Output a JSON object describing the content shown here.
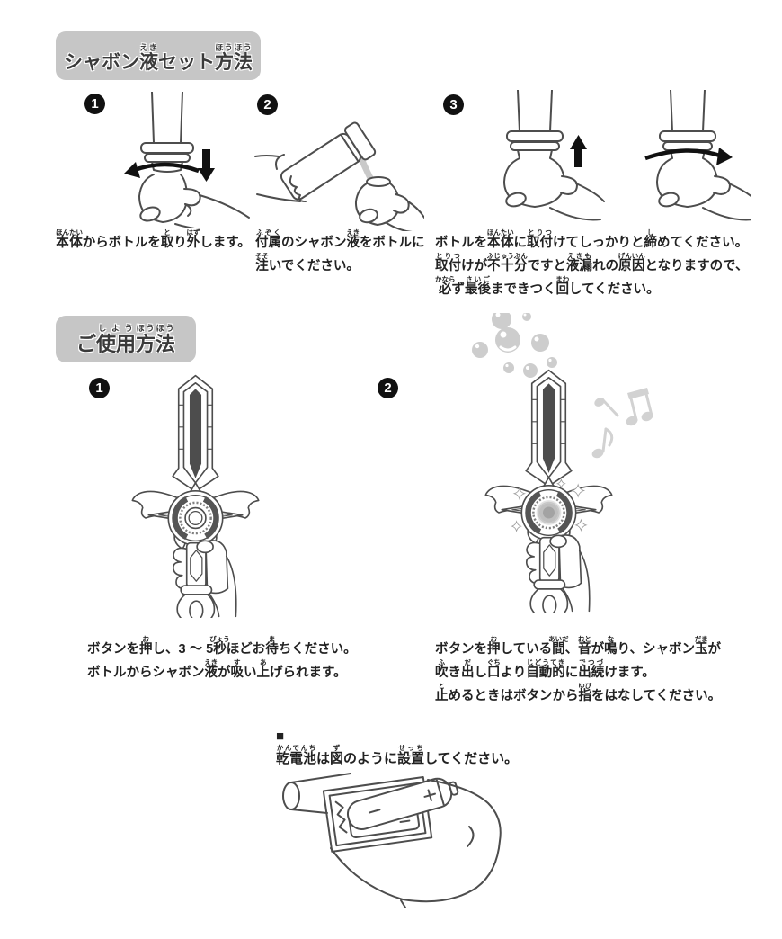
{
  "colors": {
    "header_bg": "#c6c6c6",
    "ink": "#2a2a2a",
    "line_art": "#4d4d4d",
    "arrow": "#111111",
    "light_gray": "#cdcdcd"
  },
  "icons": {
    "rotate_arrow": "curved-arrow",
    "down_arrow": "↓",
    "up_arrow": "↑",
    "music_note": "♪",
    "bubble": "○",
    "sparkle": "✦",
    "square_bullet": "■",
    "battery_plus": "＋",
    "battery_minus": "−"
  },
  "section1": {
    "title": {
      "segments": [
        {
          "t": "シャボン"
        },
        {
          "t": "液",
          "r": "えき"
        },
        {
          "t": "セット"
        },
        {
          "t": "方法",
          "r": "ほうほう"
        }
      ]
    },
    "steps": [
      {
        "number": "1",
        "caption": [
          [
            {
              "t": "本体",
              "r": "ほんたい"
            },
            {
              "t": "からボトルを"
            },
            {
              "t": "取",
              "r": "と"
            },
            {
              "t": "り"
            },
            {
              "t": "外",
              "r": "はず"
            },
            {
              "t": "します。"
            }
          ]
        ]
      },
      {
        "number": "2",
        "caption": [
          [
            {
              "t": "付属",
              "r": "ふぞく"
            },
            {
              "t": "のシャボン"
            },
            {
              "t": "液",
              "r": "えき"
            },
            {
              "t": "をボトルに"
            }
          ],
          [
            {
              "t": "注",
              "r": "そそ"
            },
            {
              "t": "いでください。"
            }
          ]
        ]
      },
      {
        "number": "3",
        "caption": [
          [
            {
              "t": "ボトルを"
            },
            {
              "t": "本体",
              "r": "ほんたい"
            },
            {
              "t": "に"
            },
            {
              "t": "取付",
              "r": "とりつ"
            },
            {
              "t": "けてしっかりと"
            },
            {
              "t": "締",
              "r": "し"
            },
            {
              "t": "めてください。"
            }
          ],
          [
            {
              "t": "取付",
              "r": "とりつ"
            },
            {
              "t": "けが"
            },
            {
              "t": "不十分",
              "r": "ふじゅうぶん"
            },
            {
              "t": "ですと"
            },
            {
              "t": "液漏",
              "r": "えきも"
            },
            {
              "t": "れの"
            },
            {
              "t": "原因",
              "r": "げんいん"
            },
            {
              "t": "となりますので、"
            }
          ],
          [
            {
              "t": "必",
              "r": "かなら"
            },
            {
              "t": "ず"
            },
            {
              "t": "最後",
              "r": "さいご"
            },
            {
              "t": "まできつく"
            },
            {
              "t": "回",
              "r": "まわ"
            },
            {
              "t": "してください。"
            }
          ]
        ]
      }
    ]
  },
  "section2": {
    "title": {
      "segments": [
        {
          "t": "ご"
        },
        {
          "t": "使用",
          "r": "しよう"
        },
        {
          "t": "方法",
          "r": "ほうほう"
        }
      ]
    },
    "steps": [
      {
        "number": "1",
        "caption": [
          [
            {
              "t": "ボタンを"
            },
            {
              "t": "押",
              "r": "お"
            },
            {
              "t": "し、3 〜 5"
            },
            {
              "t": "秒",
              "r": "びょう"
            },
            {
              "t": "ほどお"
            },
            {
              "t": "待",
              "r": "ま"
            },
            {
              "t": "ちください。"
            }
          ],
          [
            {
              "t": "ボトルからシャボン"
            },
            {
              "t": "液",
              "r": "えき"
            },
            {
              "t": "が"
            },
            {
              "t": "吸",
              "r": "す"
            },
            {
              "t": "い"
            },
            {
              "t": "上",
              "r": "あ"
            },
            {
              "t": "げられます。"
            }
          ]
        ]
      },
      {
        "number": "2",
        "caption": [
          [
            {
              "t": "ボタンを"
            },
            {
              "t": "押",
              "r": "お"
            },
            {
              "t": "している"
            },
            {
              "t": "間",
              "r": "あいだ"
            },
            {
              "t": "、"
            },
            {
              "t": "音",
              "r": "おと"
            },
            {
              "t": "が"
            },
            {
              "t": "鳴",
              "r": "な"
            },
            {
              "t": "り、シャボン"
            },
            {
              "t": "玉",
              "r": "だま"
            },
            {
              "t": "が"
            }
          ],
          [
            {
              "t": "吹",
              "r": "ふ"
            },
            {
              "t": "き"
            },
            {
              "t": "出",
              "r": "だ"
            },
            {
              "t": "し"
            },
            {
              "t": "口",
              "r": "ぐち"
            },
            {
              "t": "より"
            },
            {
              "t": "自動的",
              "r": "じどうてき"
            },
            {
              "t": "に"
            },
            {
              "t": "出続",
              "r": "でつづ"
            },
            {
              "t": "けます。"
            }
          ],
          [
            {
              "t": "止",
              "r": "と"
            },
            {
              "t": "めるときはボタンから"
            },
            {
              "t": "指",
              "r": "ゆび"
            },
            {
              "t": "をはなしてください。"
            }
          ]
        ]
      }
    ]
  },
  "battery_note": {
    "bullet": "■",
    "caption": [
      [
        {
          "t": " "
        },
        {
          "t": "乾電池",
          "r": "かんでんち"
        },
        {
          "t": "は"
        },
        {
          "t": "図",
          "r": "ず"
        },
        {
          "t": "のように"
        },
        {
          "t": "設置",
          "r": "せっち"
        },
        {
          "t": "してください。"
        }
      ]
    ]
  }
}
